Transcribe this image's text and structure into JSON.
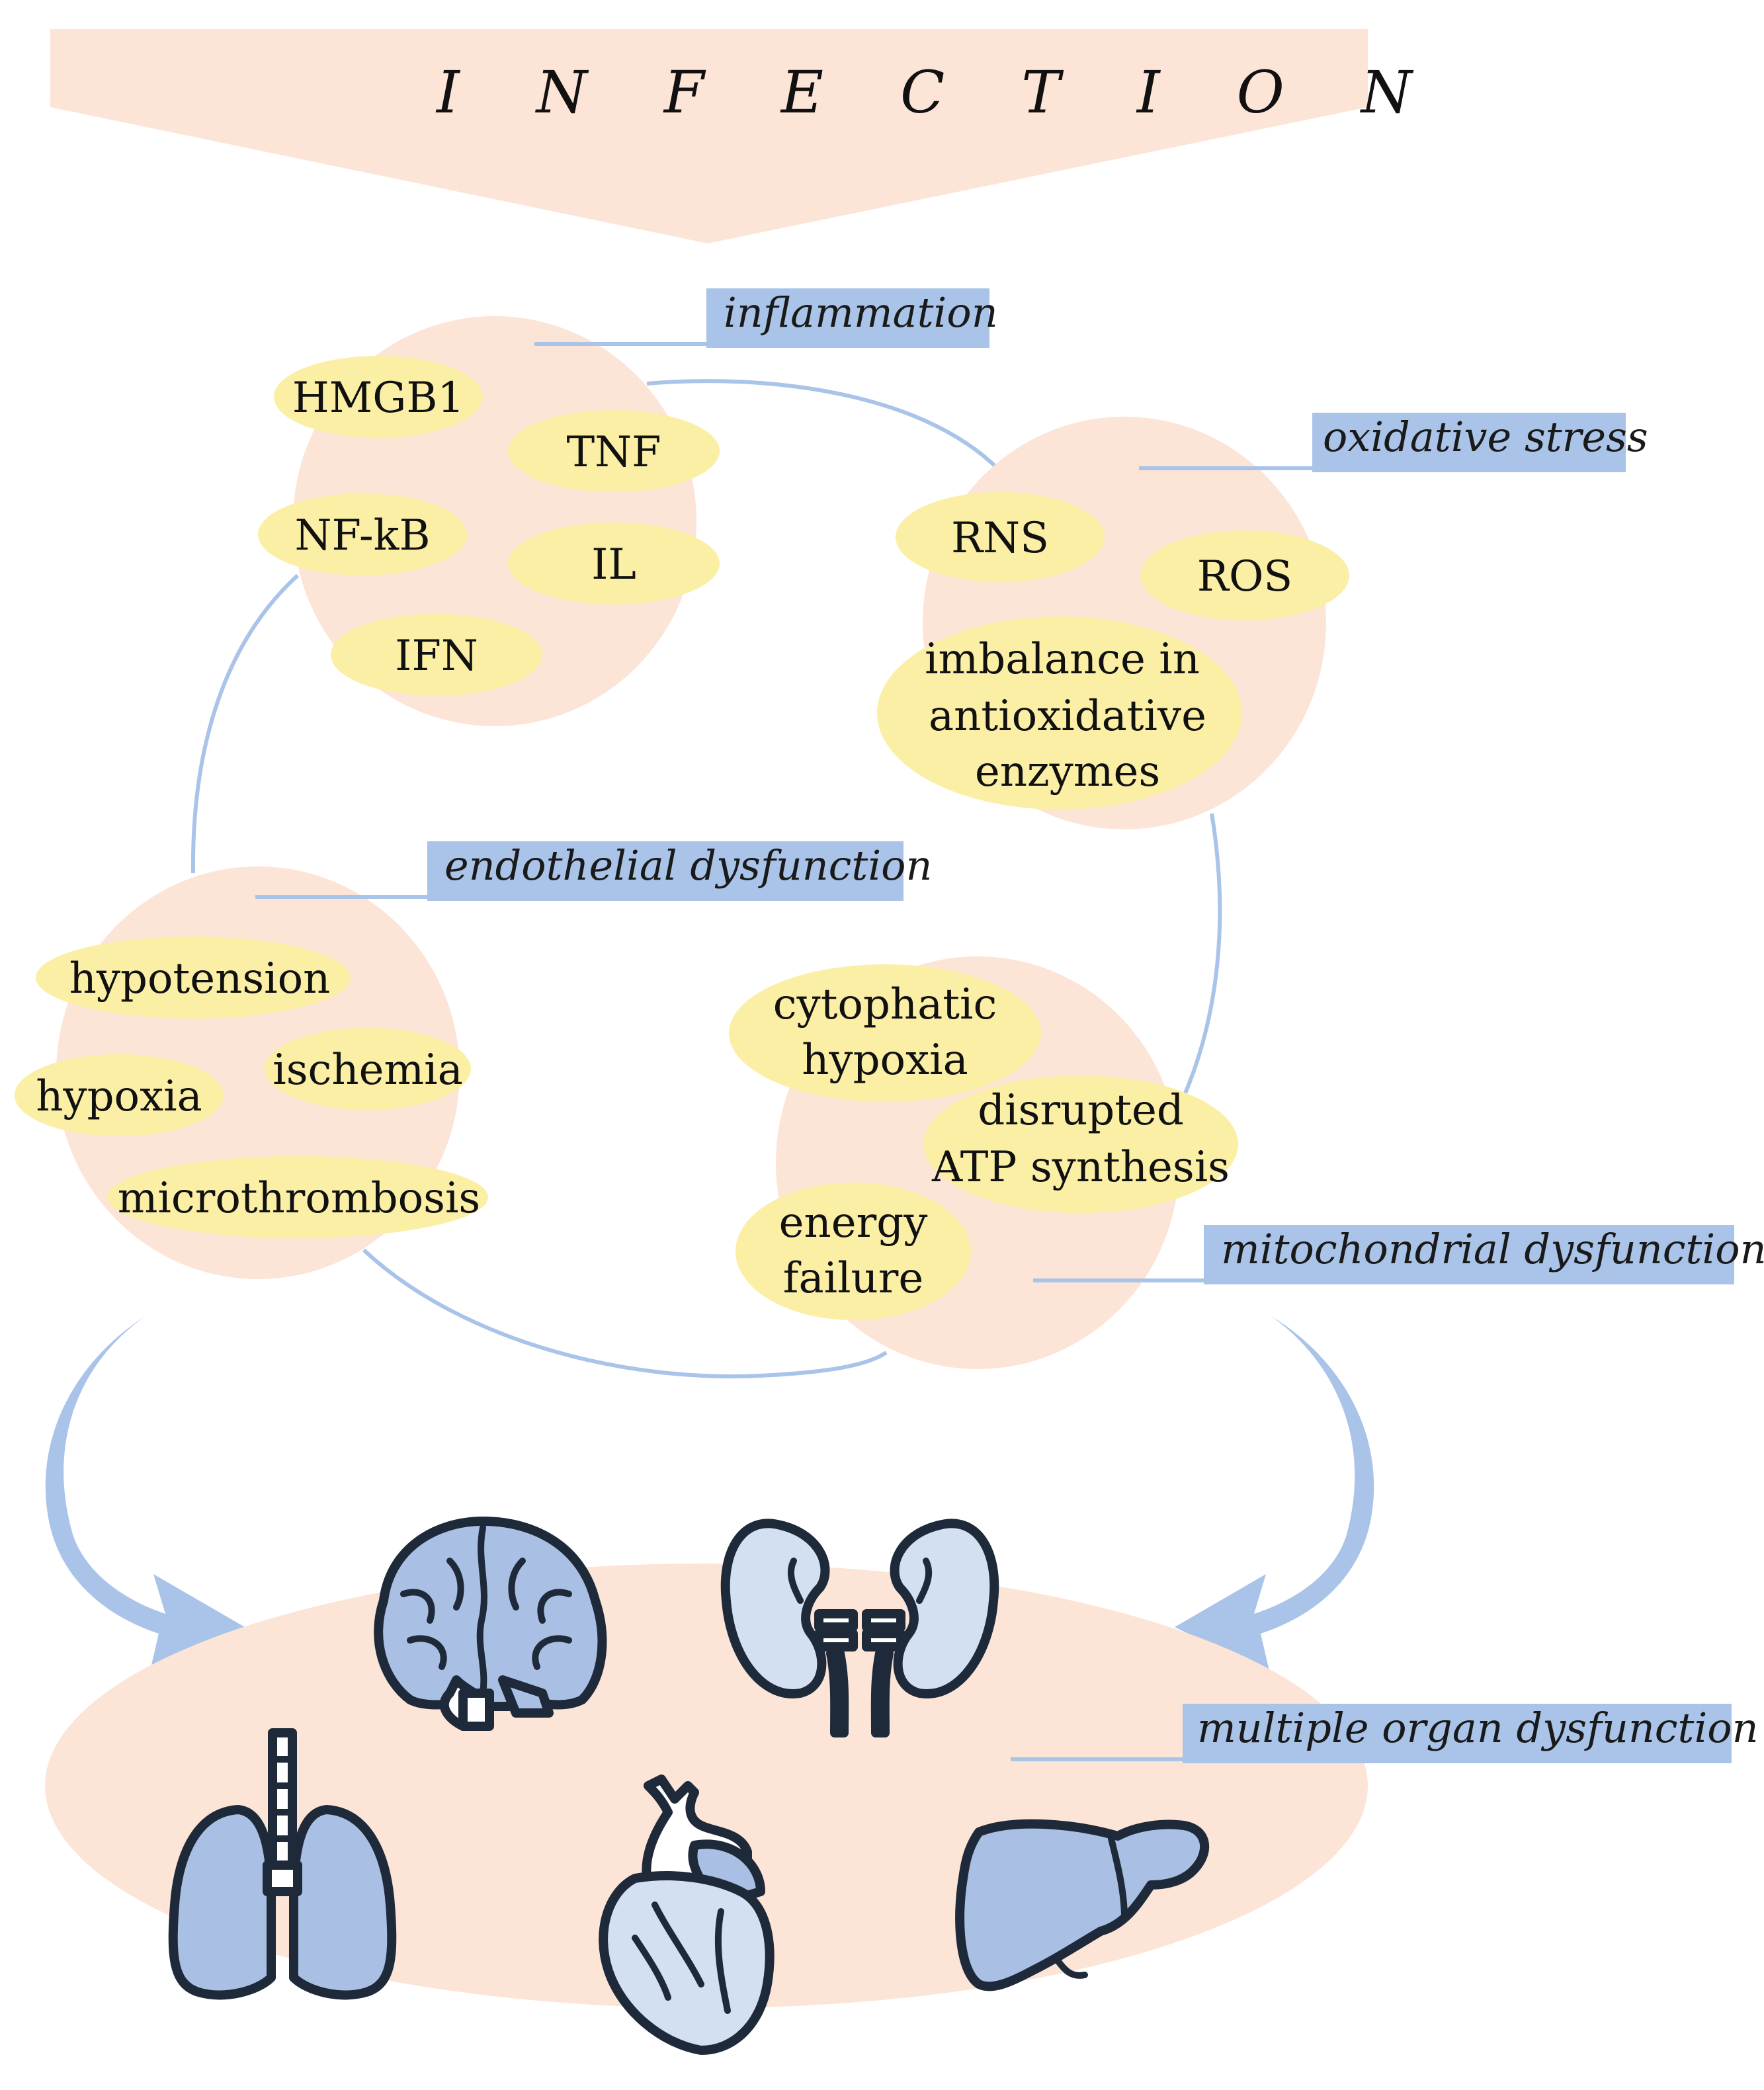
{
  "title": "I N F E C T I O N",
  "sections": {
    "inflammation": {
      "label": "inflammation",
      "terms": [
        "HMGB1",
        "TNF",
        "NF-kB",
        "IL",
        "IFN"
      ]
    },
    "oxidative_stress": {
      "label": "oxidative stress",
      "terms": [
        "RNS",
        "ROS"
      ],
      "multiline_term": [
        "imbalance in",
        "antioxidative",
        "enzymes"
      ]
    },
    "endothelial_dysfunction": {
      "label": "endothelial dysfunction",
      "terms": [
        "hypotension",
        "ischemia",
        "hypoxia",
        "microthrombosis"
      ]
    },
    "mitochondrial_dysfunction": {
      "label": "mitochondrial dysfunction",
      "cytophatic": [
        "cytophatic",
        "hypoxia"
      ],
      "disrupted": [
        "disrupted",
        "ATP synthesis"
      ],
      "energy": [
        "energy",
        "failure"
      ]
    },
    "multiple_organ": {
      "label": "multiple organ dysfunction",
      "organs": [
        "brain-icon",
        "kidneys-icon",
        "lungs-icon",
        "heart-icon",
        "liver-icon"
      ]
    }
  },
  "colors": {
    "peach": "#fce4d6",
    "yellow": "#fbefa6",
    "blue": "#a9c4e8",
    "organ_fill": "#a9c0e4",
    "organ_fill_light": "#d3e0f2",
    "outline": "#1e2a3a"
  }
}
